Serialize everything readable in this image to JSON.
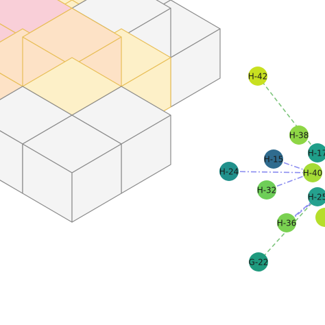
{
  "colors": {
    "cube_face_light": "#f4f4f4",
    "cube_edge_gray": "#8a8a8a",
    "cube_face_yellow": "#fdf0c8",
    "cube_edge_yellow": "#e8be56",
    "cube_face_orange": "#fde2c6",
    "cube_face_pink": "#f9cfd8",
    "edge_green": "#7cc47a",
    "edge_blue": "#8a8cf0"
  },
  "nodes": [
    {
      "id": "n42",
      "label": "H-42",
      "color": "#c8e020"
    },
    {
      "id": "n38",
      "label": "H-38",
      "color": "#8ed645"
    },
    {
      "id": "n17",
      "label": "H-17",
      "color": "#1f9e89"
    },
    {
      "id": "n15",
      "label": "H-15",
      "color": "#2f6b8e"
    },
    {
      "id": "n24",
      "label": "H-24",
      "color": "#21918c"
    },
    {
      "id": "n40",
      "label": "H-40",
      "color": "#a5db36"
    },
    {
      "id": "n32",
      "label": "H-32",
      "color": "#6ece58"
    },
    {
      "id": "n25",
      "label": "H-25",
      "color": "#25a18e"
    },
    {
      "id": "n36",
      "label": "H-36",
      "color": "#7ad151"
    },
    {
      "id": "nE",
      "label": "",
      "color": "#b5de2b"
    },
    {
      "id": "n22",
      "label": "G-22",
      "color": "#1f9a7e"
    }
  ],
  "edges": [
    {
      "from": "n42",
      "to": "n17",
      "style": "green-dash"
    },
    {
      "from": "n15",
      "to": "n40",
      "style": "blue-dashdot"
    },
    {
      "from": "n24",
      "to": "n40",
      "style": "blue-dashdot"
    },
    {
      "from": "n32",
      "to": "n40",
      "style": "blue-dashdot"
    },
    {
      "from": "n40",
      "to": "n17",
      "style": "blue-dashdot"
    },
    {
      "from": "n36",
      "to": "n25",
      "style": "blue-dashdot"
    },
    {
      "from": "n22",
      "to": "n25",
      "style": "green-dash"
    }
  ]
}
